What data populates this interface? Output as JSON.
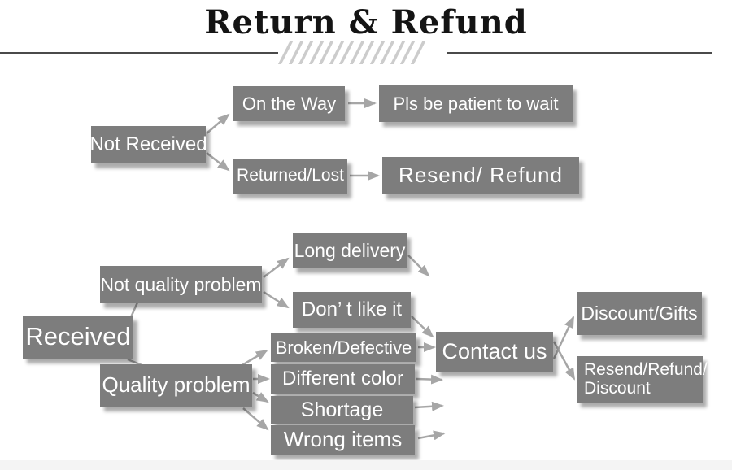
{
  "title": "Return & Refund",
  "palette": {
    "background": "#ffffff",
    "box": "#7d7d7d",
    "box_text": "#ffffff",
    "arrow": "#a6a6a6",
    "title_text": "#141414",
    "rule": "#4a4a4a",
    "hatch": "#cccccc"
  },
  "nodes": {
    "not_received": "Not Received",
    "on_the_way": "On the Way",
    "pls_wait": "Pls be patient to wait",
    "returned_lost": "Returned/Lost",
    "resend_refund": "Resend/ Refund",
    "received": "Received",
    "not_quality_problem": "Not quality problem",
    "long_delivery": "Long delivery",
    "dont_like_it": "Don’ t like it",
    "quality_problem": "Quality problem",
    "broken_defective": "Broken/Defective",
    "different_color": "Different color",
    "shortage": "Shortage",
    "wrong_items": "Wrong items",
    "contact_us": "Contact us",
    "discount_gifts": "Discount/Gifts",
    "resend_refund_discount": "Resend/Refund/\nDiscount"
  }
}
